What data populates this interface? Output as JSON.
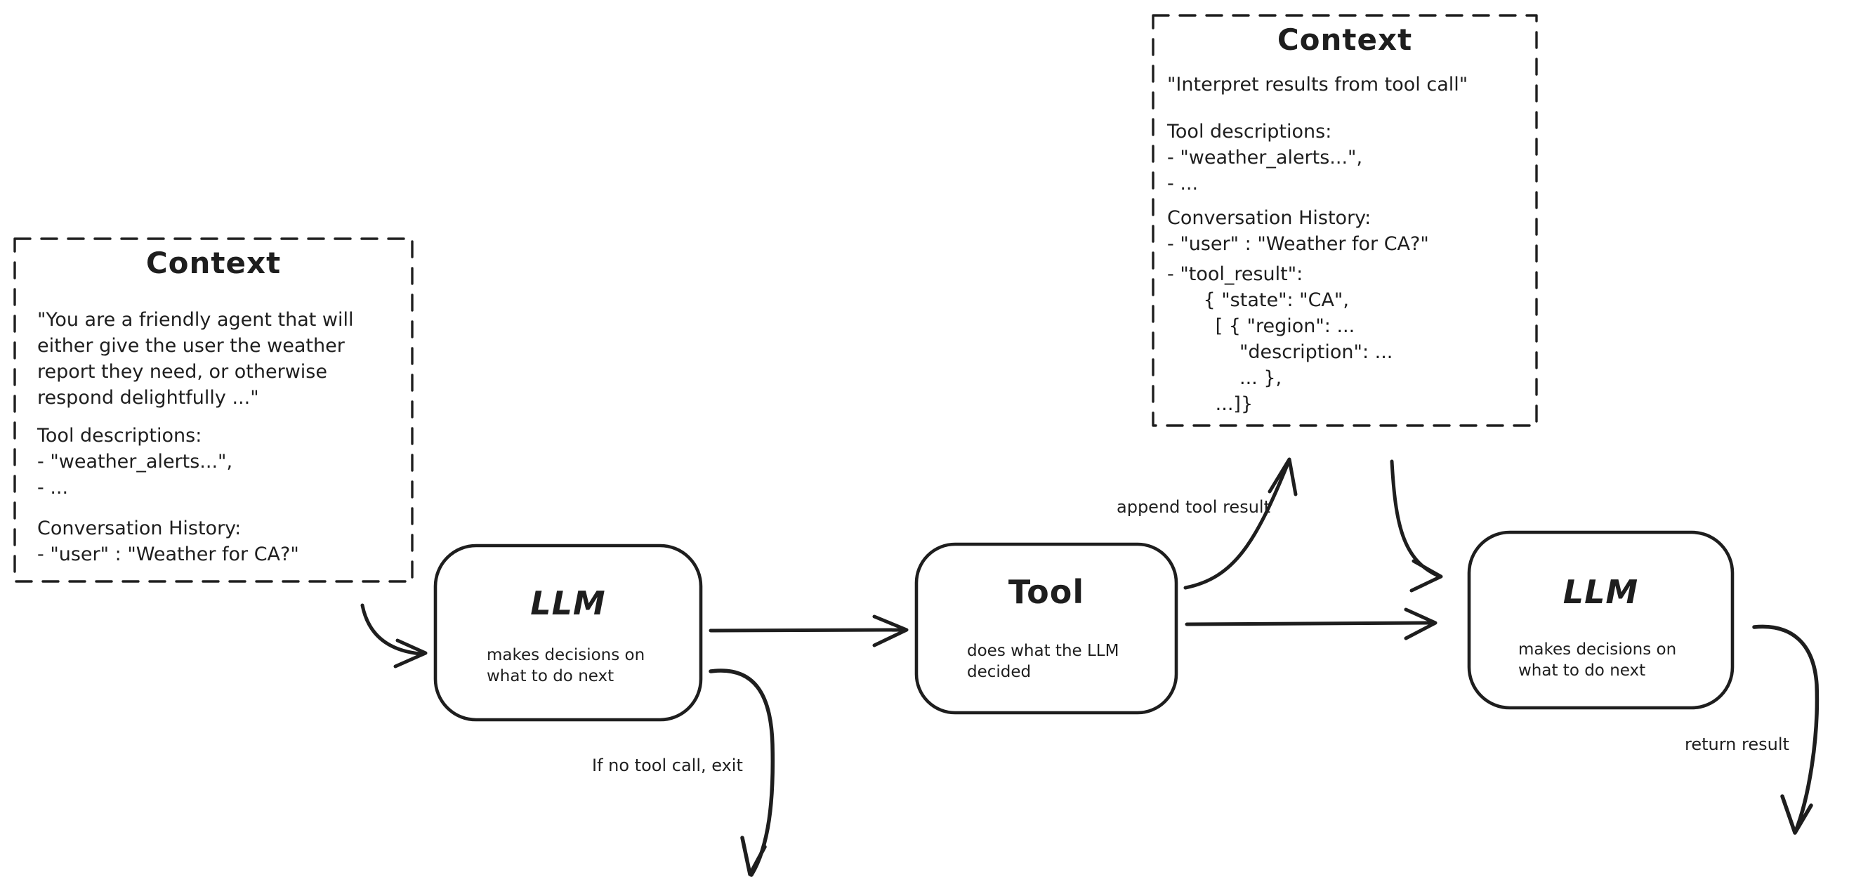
{
  "diagram": {
    "background": "#ffffff",
    "stroke_color": "#1e1e1e"
  },
  "context_left": {
    "title": "Context",
    "system_prompt": "\"You are a friendly agent that will\neither give the user the weather\nreport they need, or otherwise\nrespond delightfully ...\"",
    "tools_heading": "Tool descriptions:",
    "tools_items": [
      "- \"weather_alerts...\",",
      "- ..."
    ],
    "history_heading": "Conversation History:",
    "history_items": [
      "- \"user\" : \"Weather for CA?\""
    ]
  },
  "context_right": {
    "title": "Context",
    "instruction": "\"Interpret results from tool call\"",
    "tools_heading": "Tool descriptions:",
    "tools_items": [
      "- \"weather_alerts...\",",
      "- ..."
    ],
    "history_heading": "Conversation History:",
    "history_items": [
      "- \"user\" : \"Weather for CA?\""
    ],
    "tool_result_block": "- \"tool_result\":\n      { \"state\": \"CA\",\n        [ { \"region\": ...\n            \"description\": ...\n            ... },\n        ...]}"
  },
  "nodes": {
    "llm_first": {
      "title": "LLM",
      "description": "makes decisions on\nwhat to do next"
    },
    "tool": {
      "title": "Tool",
      "description": "does what the LLM\ndecided"
    },
    "llm_second": {
      "title": "LLM",
      "description": "makes decisions on\nwhat to do next"
    }
  },
  "edges": {
    "append_tool_result_label": "append tool result",
    "exit_label": "If no tool call, exit",
    "return_result_label": "return result"
  }
}
